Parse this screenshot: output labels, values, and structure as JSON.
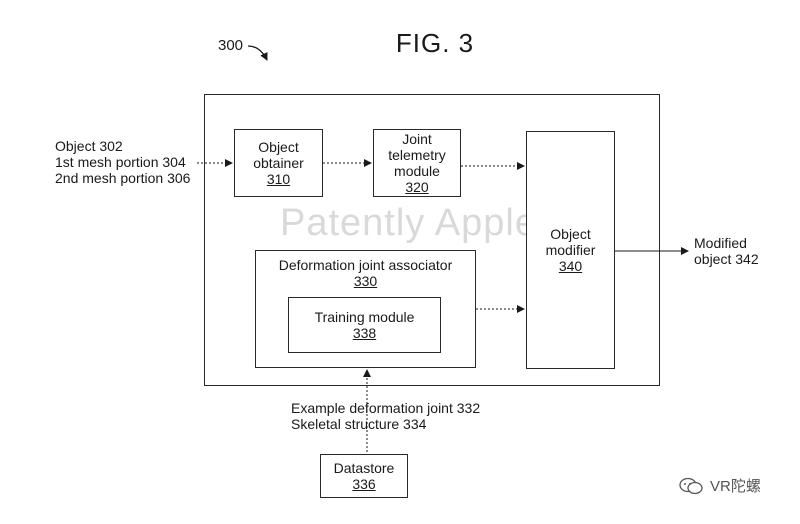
{
  "figure": {
    "title": "FIG. 3",
    "ref_number": "300"
  },
  "inputs": {
    "line1": "Object 302",
    "line2": "1st mesh portion 304",
    "line3": "2nd mesh portion 306"
  },
  "blocks": {
    "object_obtainer": {
      "line1": "Object",
      "line2": "obtainer",
      "number": "310"
    },
    "joint_telemetry": {
      "line1": "Joint",
      "line2": "telemetry",
      "line3": "module",
      "number": "320"
    },
    "object_modifier": {
      "line1": "Object",
      "line2": "modifier",
      "number": "340"
    },
    "deformation_joint_associator": {
      "label": "Deformation joint associator",
      "number": "330"
    },
    "training_module": {
      "label": "Training module",
      "number": "338"
    },
    "datastore": {
      "label": "Datastore",
      "number": "336"
    }
  },
  "datastore_outputs": {
    "line1": "Example deformation joint 332",
    "line2": "Skeletal structure 334"
  },
  "output": {
    "line1": "Modified",
    "line2": "object 342"
  },
  "watermark": "Patently Apple",
  "credit": "VR陀螺"
}
